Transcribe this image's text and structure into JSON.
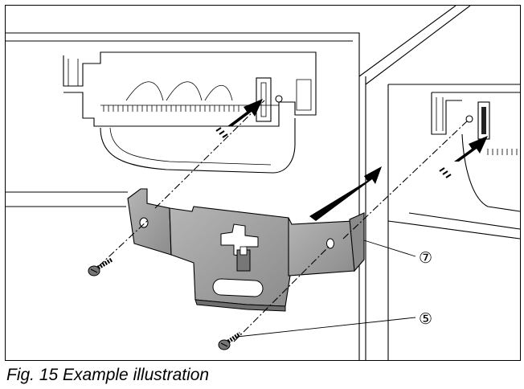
{
  "figure": {
    "caption": "Fig. 15 Example illustration",
    "callouts": [
      {
        "id": "bracket",
        "label": "⑦"
      },
      {
        "id": "screw",
        "label": "⑤"
      }
    ],
    "colors": {
      "line": "#000000",
      "part_fill": "#9a9a9a",
      "part_dark": "#6e6e6e",
      "background": "#ffffff"
    },
    "icons": [
      "arrow-icon",
      "screw-icon"
    ]
  }
}
